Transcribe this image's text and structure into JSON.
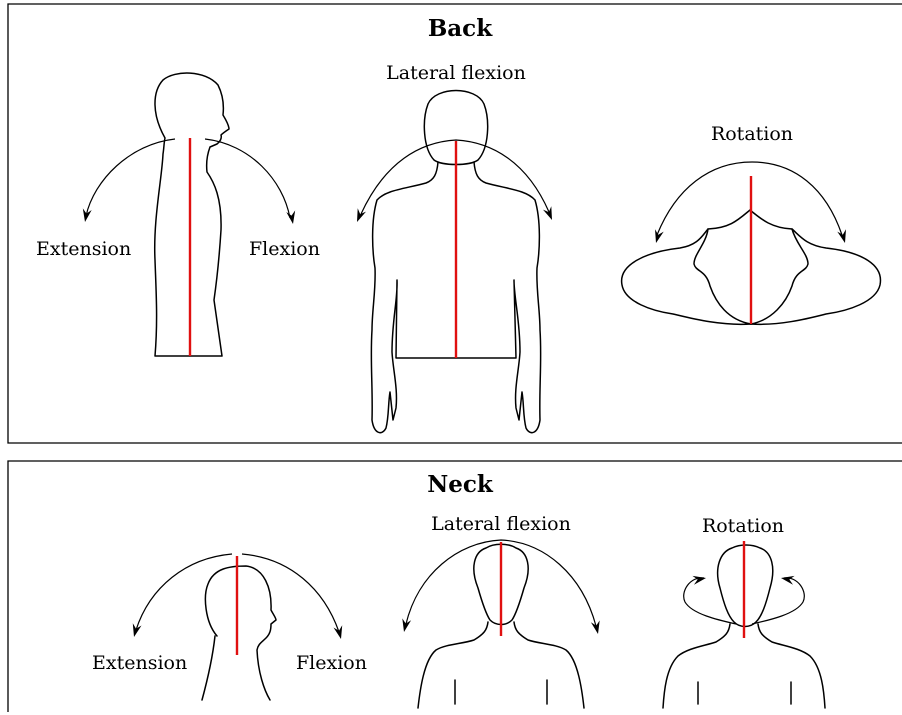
{
  "back": {
    "title": "Back",
    "side": {
      "extension_label": "Extension",
      "flexion_label": "Flexion"
    },
    "front": {
      "label": "Lateral flexion"
    },
    "top": {
      "label": "Rotation"
    }
  },
  "neck": {
    "title": "Neck",
    "side": {
      "extension_label": "Extension",
      "flexion_label": "Flexion"
    },
    "front": {
      "label": "Lateral flexion"
    },
    "top": {
      "label": "Rotation"
    }
  },
  "colors": {
    "axis": "#e01010",
    "outline": "#000000"
  }
}
